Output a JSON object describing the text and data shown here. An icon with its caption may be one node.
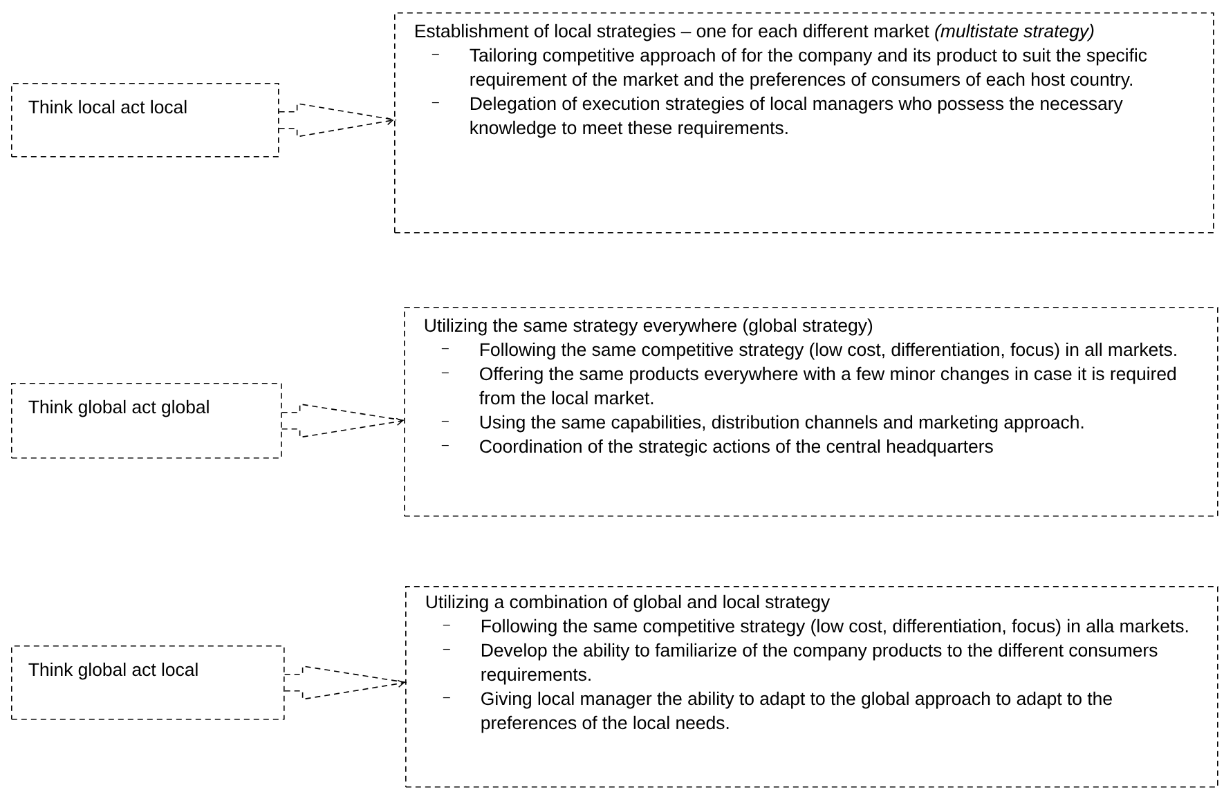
{
  "diagram": {
    "nodes": [
      {
        "text": [
          "Think local act local"
        ]
      },
      {
        "text": [
          "Establishment of local strategies – one for each different market *(multistate strategy)*",
          "Tailoring competitive approach of for the company and its product to suit the specific requirement of the market and the preferences of consumers of each host country.",
          "Delegation of execution strategies of local managers who possess the necessary knowledge to meet these requirements."
        ]
      },
      {
        "text": [
          "Think global act global"
        ]
      },
      {
        "text": [
          "Utilizing the same strategy everywhere (global strategy)",
          "Following the same competitive strategy (low cost, differentiation, focus) in all markets.",
          "Offering the same products everywhere with a few minor changes in case it is required from the local market.",
          "Using the same capabilities, distribution channels and marketing approach.",
          "Coordination of the strategic actions of the central headquarters"
        ]
      },
      {
        "text": [
          "Think global act local"
        ]
      },
      {
        "text": [
          "Utilizing a combination of global and local strategy",
          "Following the same competitive strategy (low cost, differentiation, focus) in alla markets.",
          "Develop the ability to familiarize of the company products to the different consumers requirements.",
          "Giving local manager the ability to adapt to the global approach to adapt to the preferences of the local needs."
        ]
      }
    ],
    "edges": [
      {
        "from": 0,
        "to": 1,
        "arrow": "to",
        "style": "dashed"
      },
      {
        "from": 2,
        "to": 3,
        "arrow": "to",
        "style": "dashed"
      },
      {
        "from": 4,
        "to": 5,
        "arrow": "to",
        "style": "dashed"
      }
    ]
  }
}
